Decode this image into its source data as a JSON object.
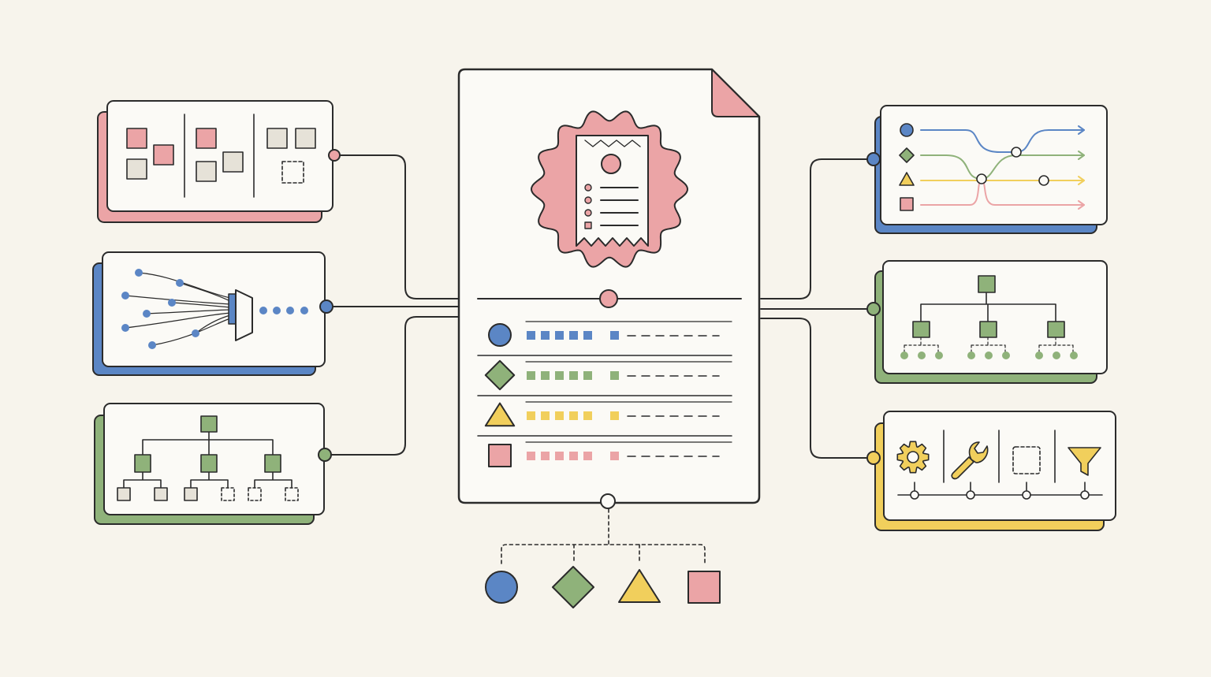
{
  "colors": {
    "background": "#f7f4ec",
    "paper": "#fbfaf6",
    "ink": "#2b2b2b",
    "blue": "#5b86c5",
    "green": "#8fb27a",
    "yellow": "#f1cf5c",
    "pink": "#eba4a6",
    "gray": "#e6e2d8",
    "muted": "#9a958c"
  },
  "icons": {
    "seal": "receipt-seal-icon",
    "kanban": "kanban-board-icon",
    "funnel_left": "data-funnel-icon",
    "hierarchy": "hierarchy-tree-icon",
    "flows": "branching-flow-lines-icon",
    "gear": "gear-icon",
    "wrench": "wrench-icon",
    "placeholder": "dashed-square-icon",
    "filter": "filter-funnel-icon"
  },
  "document": {
    "rows": [
      {
        "shape": "circle",
        "color": "blue"
      },
      {
        "shape": "diamond",
        "color": "green"
      },
      {
        "shape": "triangle",
        "color": "yellow"
      },
      {
        "shape": "square",
        "color": "pink"
      }
    ]
  },
  "legend": {
    "shapes": [
      {
        "shape": "circle",
        "color": "blue"
      },
      {
        "shape": "diamond",
        "color": "green"
      },
      {
        "shape": "triangle",
        "color": "yellow"
      },
      {
        "shape": "square",
        "color": "pink"
      }
    ]
  }
}
